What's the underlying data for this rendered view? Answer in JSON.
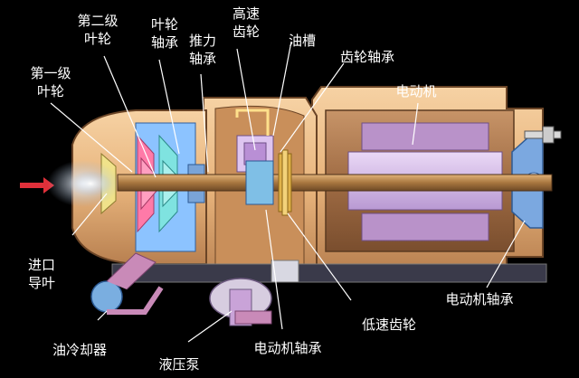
{
  "labels": {
    "second_stage_impeller": "第二级\n叶轮",
    "impeller_bearing": "叶轮\n轴承",
    "thrust_bearing": "推力\n轴承",
    "high_speed_gear": "高速\n齿轮",
    "oil_sump": "油槽",
    "gear_bearing": "齿轮轴承",
    "first_stage_impeller": "第一级\n叶轮",
    "electric_motor": "电动机",
    "inlet_guide_vane": "进口\n导叶",
    "motor_bearing_right": "电动机轴承",
    "oil_cooler": "油冷却器",
    "low_speed_gear": "低速齿轮",
    "motor_bearing_bottom": "电动机轴承",
    "hydraulic_pump": "液压泵"
  },
  "colors": {
    "background": "#000000",
    "casing": "#f0c08a",
    "casing_dark": "#9a6a3c",
    "motor_body": "#b07a55",
    "rotor": "#d7c3e8",
    "shaft": "#b48446",
    "leader_line": "#ffffff",
    "inlet_arrow": "#e0303a",
    "pipe": "#c98ab8"
  }
}
